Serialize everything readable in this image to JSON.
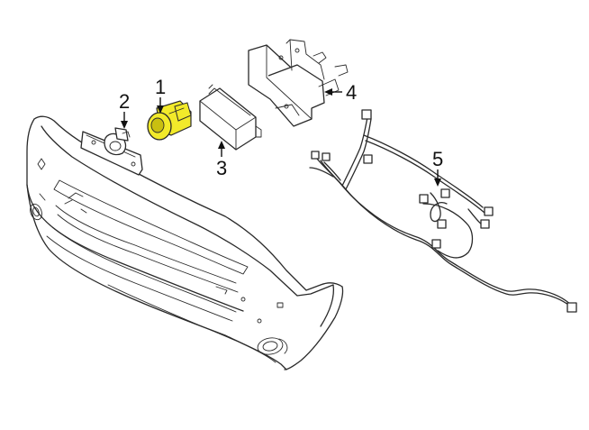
{
  "colors": {
    "highlight": "#f2ea2a",
    "highlight_dark": "#c9bf10",
    "line": "#2a2a2a"
  },
  "callouts": [
    {
      "id": "1",
      "label": "1"
    },
    {
      "id": "2",
      "label": "2"
    },
    {
      "id": "3",
      "label": "3"
    },
    {
      "id": "4",
      "label": "4"
    },
    {
      "id": "5",
      "label": "5"
    }
  ]
}
